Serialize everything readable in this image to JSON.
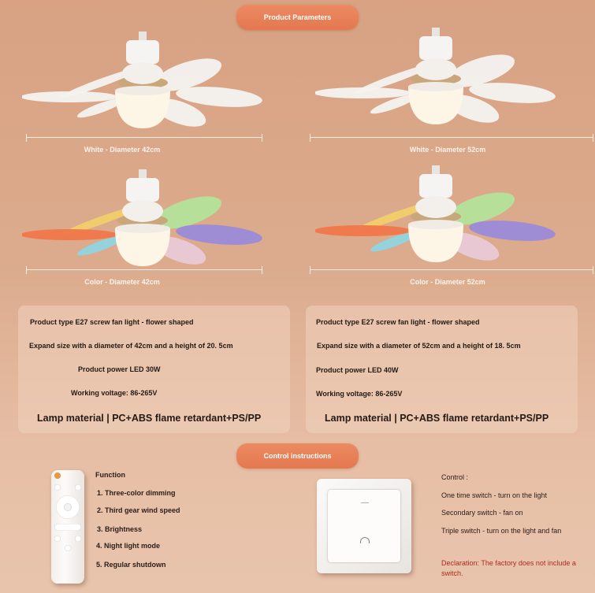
{
  "header": {
    "title": "Product Parameters"
  },
  "fans": [
    {
      "label": "White - Diameter 42cm",
      "blade_colors": [
        "#f4f2f0",
        "#f4f2f0",
        "#f4f2f0",
        "#f4f2f0",
        "#f4f2f0",
        "#f4f2f0"
      ]
    },
    {
      "label": "White - Diameter 52cm",
      "blade_colors": [
        "#f4f2f0",
        "#f4f2f0",
        "#f4f2f0",
        "#f4f2f0",
        "#f4f2f0",
        "#f4f2f0"
      ]
    },
    {
      "label": "Color - Diameter 42cm",
      "blade_colors": [
        "#f2ce6a",
        "#f0774a",
        "#8fd4e0",
        "#b4e29a",
        "#9b8ad8",
        "#e8c9d6"
      ]
    },
    {
      "label": "Color - Diameter 52cm",
      "blade_colors": [
        "#f2ce6a",
        "#f0774a",
        "#8fd4e0",
        "#b4e29a",
        "#9b8ad8",
        "#e8c9d6"
      ]
    }
  ],
  "specs": [
    {
      "type": "Product type E27 screw fan light - flower shaped",
      "size": "Expand size with a diameter of 42cm and a height of 20. 5cm",
      "power": "Product power LED 30W",
      "voltage": "Working voltage: 86-265V",
      "material": "Lamp material | PC+ABS flame retardant+PS/PP"
    },
    {
      "type": "Product type E27 screw fan light - flower shaped",
      "size": "Expand size with a diameter of 52cm and a height of 18. 5cm",
      "power": "Product power LED 40W",
      "voltage": "Working voltage: 86-265V",
      "material": "Lamp material | PC+ABS flame retardant+PS/PP"
    }
  ],
  "control_section": {
    "title": "Control instructions"
  },
  "remote": {
    "heading": "Function",
    "items": [
      "1. Three-color dimming",
      "2. Third gear wind speed",
      "3. Brightness",
      "4. Night light mode",
      "5. Regular shutdown"
    ]
  },
  "switch": {
    "heading": "Control :",
    "items": [
      "One time switch - turn on the light",
      "Secondary switch - fan on",
      "Triple switch - turn on the light and fan"
    ],
    "declaration": "Declaration: The factory does not include a switch."
  },
  "colors": {
    "badge": "#e8805a",
    "declaration": "#b02a1e"
  }
}
